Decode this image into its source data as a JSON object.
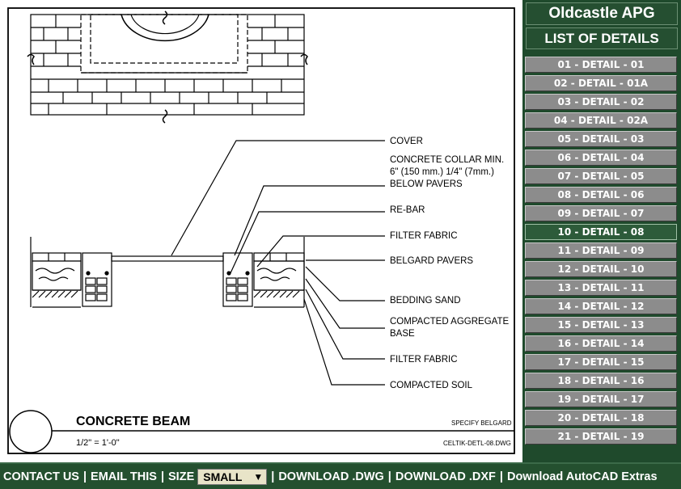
{
  "drawing": {
    "callouts": [
      "COVER",
      "CONCRETE COLLAR MIN.",
      "6\" (150 mm.) 1/4\" (7mm.)",
      "BELOW PAVERS",
      "RE-BAR",
      "FILTER FABRIC",
      "BELGARD PAVERS",
      "BEDDING SAND",
      "COMPACTED AGGREGATE",
      "BASE",
      "FILTER FABRIC",
      "COMPACTED SOIL"
    ],
    "title": "CONCRETE BEAM",
    "scale": "1/2\" = 1'-0\"",
    "specify_note": "SPECIFY BELGARD",
    "file_name": "CELTIK-DETL-08.DWG"
  },
  "sidebar": {
    "brand": "Oldcastle APG",
    "heading": "LIST OF DETAILS",
    "active_index": 9,
    "items": [
      "01 - DETAIL - 01",
      "02 - DETAIL - 01A",
      "03 - DETAIL - 02",
      "04 - DETAIL - 02A",
      "05 - DETAIL - 03",
      "06 - DETAIL - 04",
      "07 - DETAIL - 05",
      "08 - DETAIL - 06",
      "09 - DETAIL - 07",
      "10 - DETAIL - 08",
      "11 - DETAIL - 09",
      "12 - DETAIL - 10",
      "13 - DETAIL - 11",
      "14 - DETAIL - 12",
      "15 - DETAIL - 13",
      "16 - DETAIL - 14",
      "17 - DETAIL - 15",
      "18 - DETAIL - 16",
      "19 - DETAIL - 17",
      "20 - DETAIL - 18",
      "21 - DETAIL - 19"
    ]
  },
  "bottom_bar": {
    "contact": "CONTACT US",
    "email": "EMAIL THIS",
    "size_label": "SIZE",
    "size_value": "SMALL",
    "download_dwg": "DOWNLOAD .DWG",
    "download_dxf": "DOWNLOAD .DXF",
    "download_extras": "Download AutoCAD Extras",
    "separator": "|"
  },
  "colors": {
    "brand_green": "#1f4a2c",
    "item_gray": "#8c8c8c",
    "item_active": "#2d5b3a",
    "select_bg": "#e8e4c8"
  }
}
